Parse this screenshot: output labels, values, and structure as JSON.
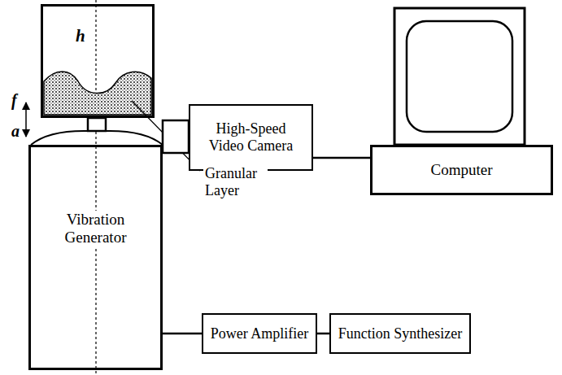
{
  "diagram": {
    "nodes": [
      {
        "text": [
          "h"
        ]
      },
      {
        "text": [
          "High-Speed Video Camera"
        ]
      },
      {
        "text": [
          "Computer"
        ]
      },
      {
        "text": [
          "Vibration Generator"
        ]
      },
      {
        "text": [
          "Power Amplifier"
        ]
      },
      {
        "text": [
          "Function Synthesizer"
        ]
      }
    ],
    "edges": [
      {
        "from": 1,
        "to": 2,
        "arrow": "none"
      },
      {
        "from": 3,
        "to": 4,
        "arrow": "none"
      },
      {
        "from": 4,
        "to": 5,
        "arrow": "none"
      }
    ],
    "labels": [
      "f",
      "a",
      "Granular Layer"
    ]
  }
}
